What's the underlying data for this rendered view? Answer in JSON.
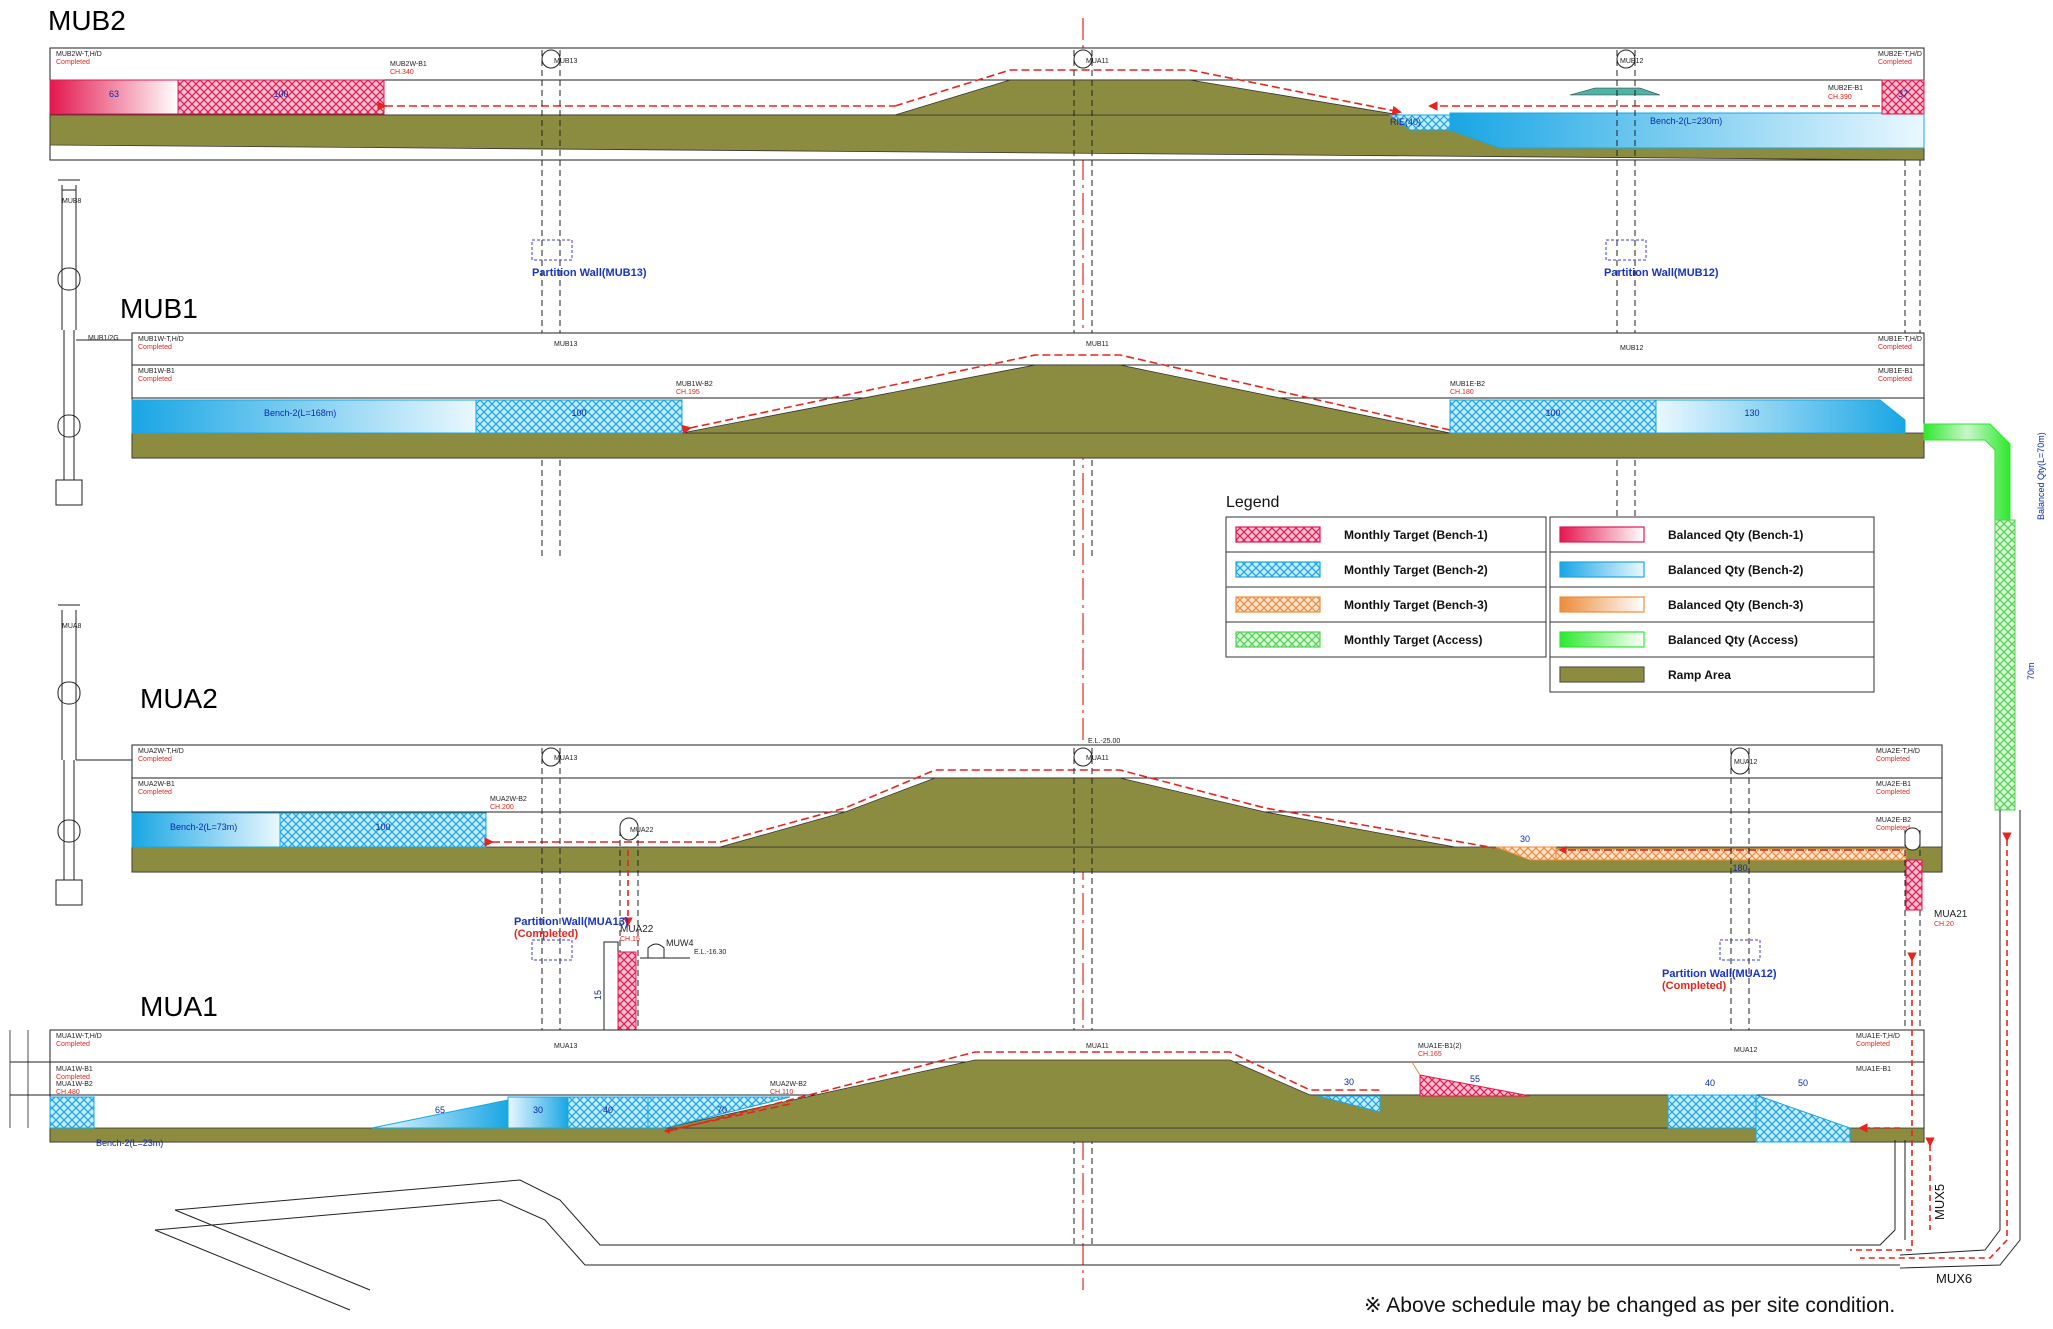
{
  "levels": {
    "mub2": "MUB2",
    "mub1": "MUB1",
    "mua2": "MUA2",
    "mua1": "MUA1"
  },
  "mub2": {
    "w_th": "MUB2W-T,H/D",
    "w_th_status": "Completed",
    "e_th": "MUB2E-T,H/D",
    "e_th_status": "Completed",
    "w_b1": "MUB2W-B1",
    "w_b1_ch": "CH.340",
    "e_b1": "MUB2E-B1",
    "e_b1_ch": "CH.390",
    "bal_w": "63",
    "target_w": "100",
    "small_target": "RIE(40)",
    "bench2": "Bench-2(L=230m)",
    "target_e": "37",
    "p13": "MUB13",
    "p11": "MUA11",
    "p12": "MUB12"
  },
  "shaft_labels": {
    "mub": "MUB8",
    "mua": "MUA8",
    "mub1_2g": "MUB1/2G"
  },
  "partitions": {
    "mub13": "Partition Wall(MUB13)",
    "mub12": "Partition Wall(MUB12)",
    "mua13": "Partition Wall(MUA13)",
    "mua13_status": "(Completed)",
    "mua12": "Partition Wall(MUA12)",
    "mua12_status": "(Completed)"
  },
  "mub1": {
    "w_th": "MUB1W-T,H/D",
    "w_th_status": "Completed",
    "e_th": "MUB1E-T,H/D",
    "e_th_status": "Completed",
    "w_b1": "MUB1W-B1",
    "w_b1_status": "Completed",
    "e_b1": "MUB1E-B1",
    "e_b1_status": "Completed",
    "w_b2": "MUB1W-B2",
    "w_b2_ch": "CH.195",
    "e_b2": "MUB1E-B2",
    "e_b2_ch": "CH.180",
    "bench2": "Bench-2(L=168m)",
    "target_w": "100",
    "target_e": "100",
    "bal_e": "130",
    "p13": "MUB13",
    "p11": "MUB11",
    "p12": "MUB12"
  },
  "access": {
    "balanced_label": "Balanced Qty(L=70m)",
    "target_label": "70m"
  },
  "legend": {
    "title": "Legend",
    "items": [
      {
        "label": "Monthly Target (Bench-1)",
        "color": "#e3184f",
        "kind": "hatch"
      },
      {
        "label": "Monthly Target (Bench-2)",
        "color": "#19a6e4",
        "kind": "hatch"
      },
      {
        "label": "Monthly Target (Bench-3)",
        "color": "#ec8c3a",
        "kind": "hatch"
      },
      {
        "label": "Monthly Target (Access)",
        "color": "#52d152",
        "kind": "hatch"
      },
      {
        "label": "Balanced Qty (Bench-1)",
        "color": "#e3184f",
        "kind": "grad"
      },
      {
        "label": "Balanced Qty (Bench-2)",
        "color": "#19a6e4",
        "kind": "grad"
      },
      {
        "label": "Balanced Qty (Bench-3)",
        "color": "#ec8c3a",
        "kind": "grad"
      },
      {
        "label": "Balanced Qty (Access)",
        "color": "#2ee82e",
        "kind": "grad"
      },
      {
        "label": "Ramp Area",
        "color": "#8c8c40",
        "kind": "solid"
      }
    ]
  },
  "mua2": {
    "w_th": "MUA2W-T,H/D",
    "w_th_status": "Completed",
    "e_th": "MUA2E-T,H/D",
    "e_th_status": "Completed",
    "w_b1": "MUA2W-B1",
    "w_b1_status": "Completed",
    "e_b1": "MUA2E-B1",
    "e_b1_status": "Completed",
    "w_b2": "MUA2W-B2",
    "w_b2_ch": "CH.200",
    "e_b2": "MUA2E-B2",
    "e_b2_status": "Completed",
    "bench2": "Bench-2(L=73m)",
    "target_w": "100",
    "t30": "30",
    "t180": "180",
    "el": "E.L.-25.00",
    "p13": "MUA13",
    "p11": "MUA11",
    "p22": "MUA22",
    "p12": "MUA12"
  },
  "mua22": {
    "name": "MUA22",
    "ch": "CH.15",
    "value": "15"
  },
  "muw4": {
    "name": "MUW4",
    "el": "E.L.-16.30"
  },
  "mua21": {
    "name": "MUA21",
    "ch": "CH.20"
  },
  "mua1": {
    "w_th": "MUA1W-T,H/D",
    "w_th_status": "Completed",
    "e_th": "MUA1E-T,H/D",
    "e_th_status": "Completed",
    "w_b1": "MUA1W-B1",
    "w_b1_status": "Completed",
    "e_b1": "MUA1E-B1",
    "w_b2": "MUA1W-B2",
    "w_b2_ch": "CH.480",
    "e_b1_2": "MUA1E-B1(2)",
    "e_b1_2_ch": "CH.165",
    "mid_b2": "MUA2W-B2",
    "mid_b2_ch": "CH.110",
    "bench2": "Bench-2(L=23m)",
    "v65": "65",
    "v30a": "30",
    "v40a": "40",
    "v70": "70",
    "v30b": "30",
    "v55": "55",
    "v40b": "40",
    "v50": "50",
    "p13": "MUA13",
    "p11": "MUA11",
    "p12": "MUA12"
  },
  "mux": {
    "mux5": "MUX5",
    "mux6": "MUX6"
  },
  "note": "※ Above schedule may be changed as per site condition."
}
